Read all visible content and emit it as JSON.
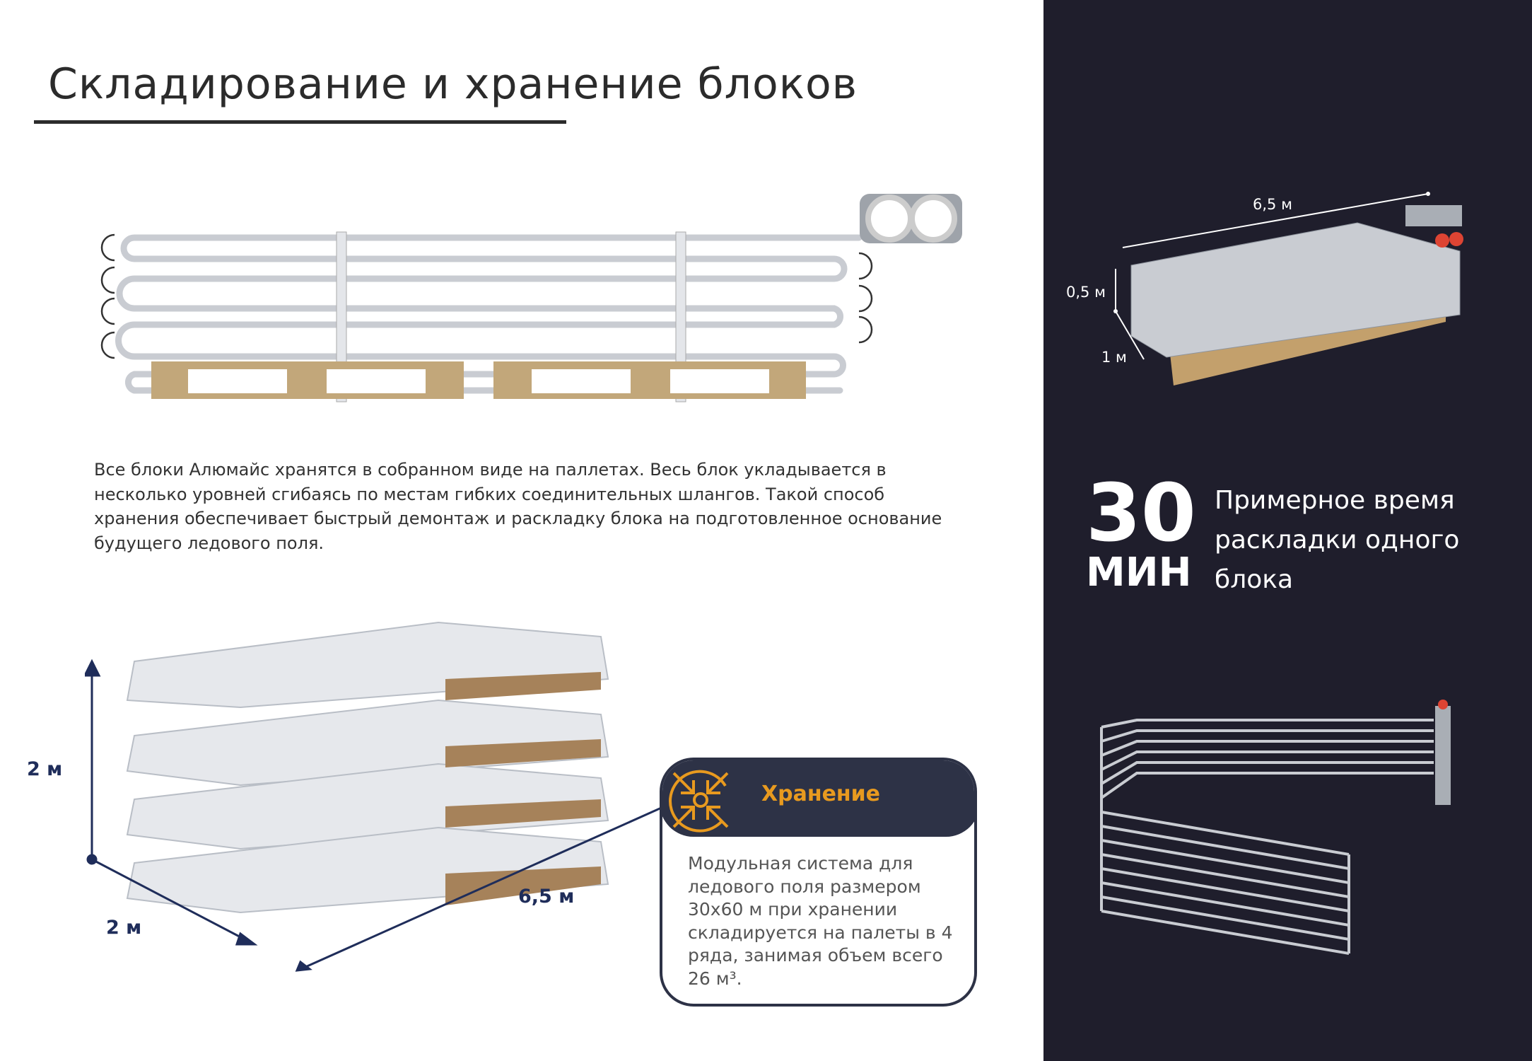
{
  "page": {
    "title": "Складирование и хранение блоков",
    "body_text": "Все блоки Алюмайс хранятся в собранном виде на паллетах. Весь блок укладывается в несколько уровней сгибаясь по местам гибких соединительных шлангов. Такой способ хранения обеспечивает быстрый демонтаж и раскладку блока на подготовленное основание будущего ледового поля."
  },
  "stack": {
    "height_label": "2 м",
    "depth_label": "2 м",
    "length_label": "6,5 м"
  },
  "card": {
    "icon": "compress-arrows-icon",
    "title": "Хранение",
    "text": "Модульная система для ледового поля размером 30x60 м при хранении складируется на палеты в 4 ряда, занимая объем всего 26 м³."
  },
  "right": {
    "length_label": "6,5 м",
    "height_label": "0,5 м",
    "width_label": "1 м",
    "stat_value": "30",
    "stat_unit": "МИН",
    "stat_text": "Примерное время раскладки одного блока"
  },
  "colors": {
    "dark_panel": "#1f1e2c",
    "accent": "#e89a1f",
    "navy": "#1f2d5a"
  }
}
